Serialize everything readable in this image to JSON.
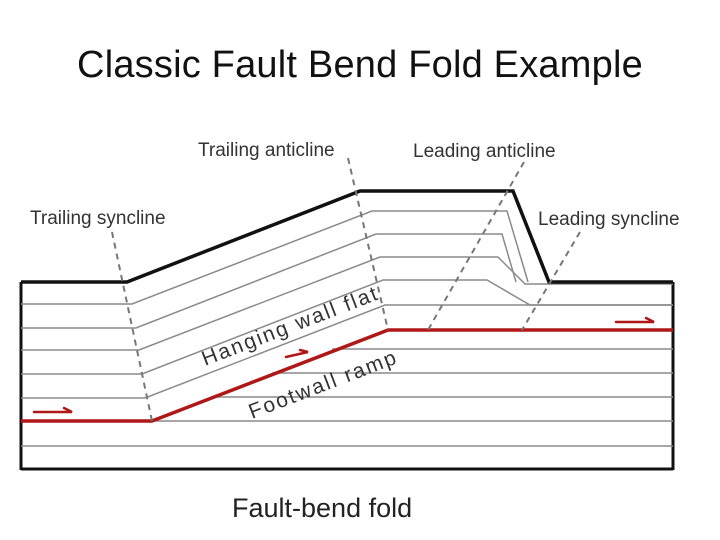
{
  "slide": {
    "title": "Classic Fault Bend Fold Example"
  },
  "diagram": {
    "labels": {
      "trailing_anticline": "Trailing anticline",
      "leading_anticline": "Leading anticline",
      "trailing_syncline": "Trailing syncline",
      "leading_syncline": "Leading syncline",
      "hanging_wall_flat": "Hanging wall flat",
      "footwall_ramp": "Footwall ramp"
    },
    "caption": "Fault-bend fold",
    "colors": {
      "fault": "#b01818",
      "layers": "#8a8a8a",
      "surface": "#111111",
      "axial_trace": "#777777",
      "box": "#111111"
    }
  }
}
